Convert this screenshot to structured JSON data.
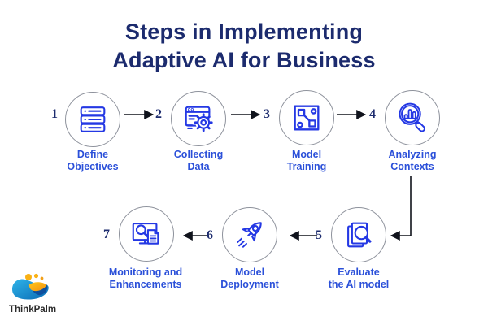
{
  "title": {
    "line1": "Steps in Implementing",
    "line2": "Adaptive AI for Business"
  },
  "steps": [
    {
      "number": "1",
      "label_line1": "Define",
      "label_line2": "Objectives",
      "icon": "database-servers-icon"
    },
    {
      "number": "2",
      "label_line1": "Collecting",
      "label_line2": "Data",
      "icon": "browser-gear-icon"
    },
    {
      "number": "3",
      "label_line1": "Model",
      "label_line2": "Training",
      "icon": "network-nodes-icon"
    },
    {
      "number": "4",
      "label_line1": "Analyzing",
      "label_line2": "Contexts",
      "icon": "magnifier-bar-chart-icon"
    },
    {
      "number": "5",
      "label_line1": "Evaluate",
      "label_line2": "the AI model",
      "icon": "documents-magnifier-icon"
    },
    {
      "number": "6",
      "label_line1": "Model",
      "label_line2": "Deployment",
      "icon": "rocket-icon"
    },
    {
      "number": "7",
      "label_line1": "Monitoring and",
      "label_line2": "Enhancements",
      "icon": "monitor-document-icon"
    }
  ],
  "logo": {
    "text": "ThinkPalm"
  },
  "colors": {
    "title_navy": "#1c2b6e",
    "label_blue": "#2b50d9",
    "icon_blue": "#2438e4",
    "circle_gray": "#8e929c",
    "arrow_dark": "#10131c",
    "logo_blue_light": "#2fb3e8",
    "logo_blue_dark": "#0a6bb5",
    "logo_yellow": "#f9b115",
    "logo_navy": "#0d4f9e"
  }
}
